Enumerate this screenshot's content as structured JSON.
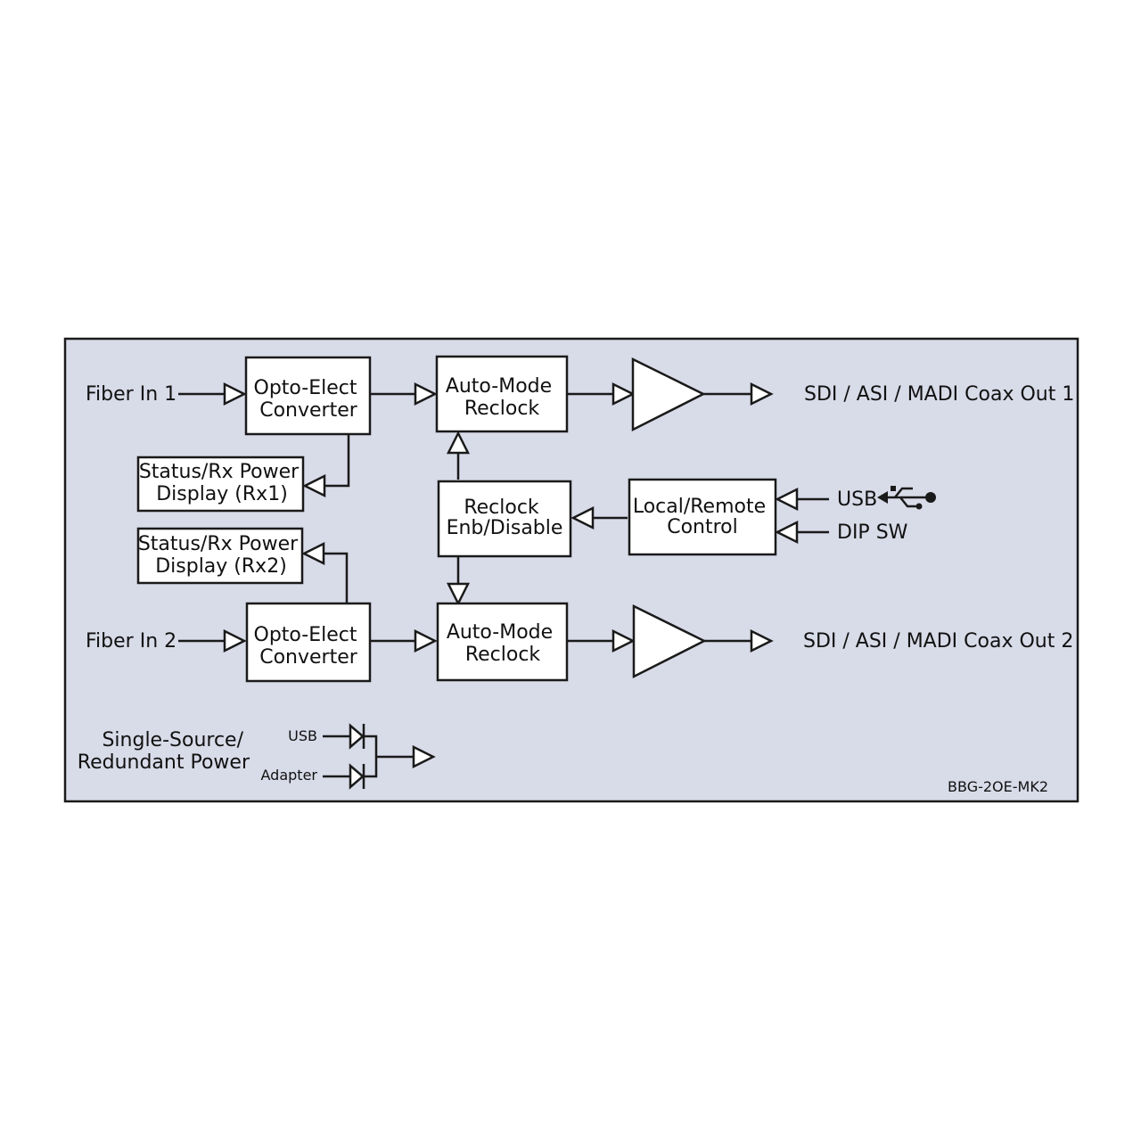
{
  "colors": {
    "panel_fill": "#d8dbe8",
    "stroke": "#1a1a1a",
    "box_fill": "#ffffff",
    "text": "#111111"
  },
  "inputs": {
    "fiber_in_1": "Fiber In 1",
    "fiber_in_2": "Fiber In 2"
  },
  "blocks": {
    "opto_1": [
      "Opto-Elect",
      "Converter"
    ],
    "opto_2": [
      "Opto-Elect",
      "Converter"
    ],
    "reclock_1": [
      "Auto-Mode",
      "Reclock"
    ],
    "reclock_2": [
      "Auto-Mode",
      "Reclock"
    ],
    "status_1": [
      "Status/Rx Power",
      "Display (Rx1)"
    ],
    "status_2": [
      "Status/Rx Power",
      "Display (Rx2)"
    ],
    "reclock_enb": [
      "Reclock",
      "Enb/Disable"
    ],
    "control": [
      "Local/Remote",
      "Control"
    ]
  },
  "outputs": {
    "out_1": "SDI / ASI / MADI Coax Out 1",
    "out_2": "SDI / ASI / MADI Coax Out 2"
  },
  "control_inputs": {
    "usb": "USB",
    "dip_sw": "DIP SW"
  },
  "power": {
    "label": [
      "Single-Source/",
      "Redundant Power"
    ],
    "usb": "USB",
    "adapter": "Adapter"
  },
  "model": "BBG-2OE-MK2",
  "icons": {
    "usb_symbol": "usb-icon",
    "diode": "diode-icon",
    "amplifier": "amplifier-triangle-icon",
    "arrow": "open-arrowhead-icon"
  }
}
